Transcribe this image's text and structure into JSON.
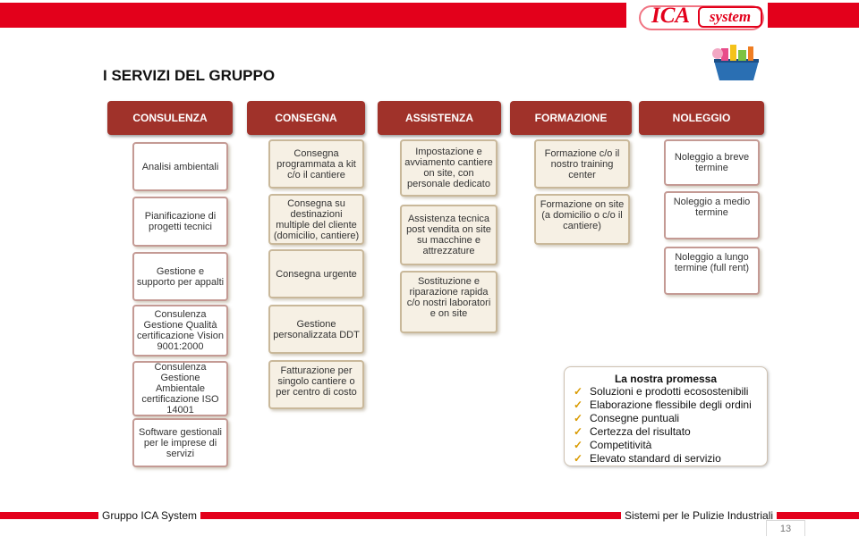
{
  "page_title": "I SERVIZI DEL GRUPPO",
  "logo": {
    "brand_primary": "ICA",
    "brand_secondary": "system"
  },
  "colors": {
    "brand_red": "#e3001b",
    "header_fill": "#a0322a",
    "box_border": "#c49a94",
    "box_tan": "#f6f0e4",
    "check_gold": "#d99a00"
  },
  "columns": [
    {
      "header": "CONSULENZA",
      "items": [
        "Analisi ambientali",
        "Pianificazione di progetti tecnici",
        "Gestione e supporto per appalti",
        "Consulenza Gestione Qualità certificazione Vision 9001:2000",
        "Consulenza Gestione Ambientale certificazione ISO 14001",
        "Software gestionali per le imprese di servizi"
      ]
    },
    {
      "header": "CONSEGNA",
      "items": [
        "Consegna programmata a kit c/o il cantiere",
        "Consegna su destinazioni multiple del cliente (domicilio, cantiere)",
        "Consegna urgente",
        "Gestione personalizzata DDT",
        "Fatturazione per singolo cantiere o per centro di costo"
      ]
    },
    {
      "header": "ASSISTENZA",
      "items": [
        "Impostazione e avviamento cantiere on site, con personale dedicato",
        "Assistenza tecnica post vendita on site su macchine e attrezzature",
        "Sostituzione e riparazione rapida c/o nostri laboratori e on site"
      ]
    },
    {
      "header": "FORMAZIONE",
      "items": [
        "Formazione  c/o il nostro training center",
        "Formazione on site (a domicilio o c/o il cantiere)"
      ]
    },
    {
      "header": "NOLEGGIO",
      "items": [
        "Noleggio a breve termine",
        "Noleggio a medio termine",
        "Noleggio a lungo termine (full rent)"
      ]
    }
  ],
  "promise": {
    "title": "La nostra promessa",
    "items": [
      "Soluzioni  e prodotti ecosostenibili",
      "Elaborazione flessibile degli ordini",
      "Consegne puntuali",
      "Certezza del risultato",
      "Competitività",
      "Elevato standard di servizio"
    ]
  },
  "footer": {
    "left": "Gruppo ICA System",
    "right": "Sistemi per le Pulizie Industriali",
    "page_number": "13"
  }
}
